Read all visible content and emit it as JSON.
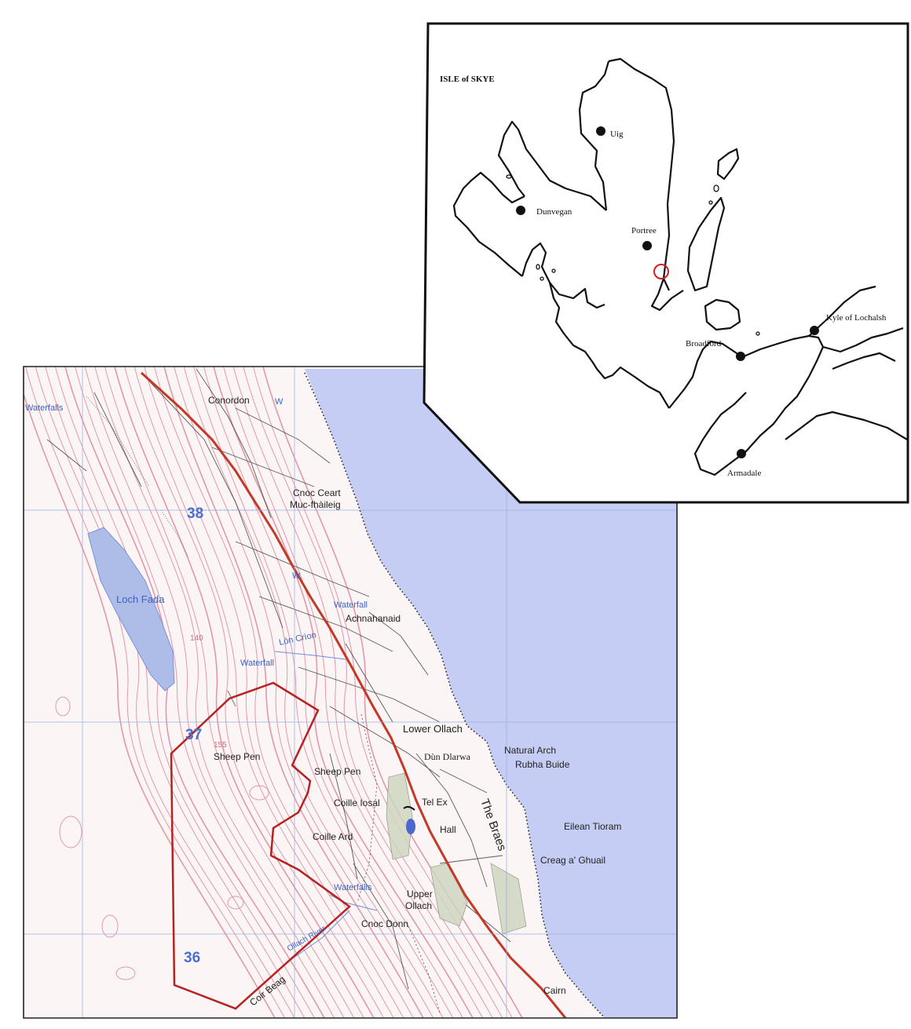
{
  "inset": {
    "title": "ISLE of SKYE",
    "towns": [
      {
        "name": "Uig"
      },
      {
        "name": "Dunvegan"
      },
      {
        "name": "Portree"
      },
      {
        "name": "Broadford"
      },
      {
        "name": "Kyle of Lochalsh"
      },
      {
        "name": "Armadale"
      }
    ],
    "study_site_marker_color": "#cc2222"
  },
  "map": {
    "grid_labels": [
      "38",
      "37",
      "36"
    ],
    "settlements": [
      "Conordon",
      "Achnahanaid",
      "Lower Ollach",
      "Upper Ollach",
      "The Braes"
    ],
    "features": [
      "Cnoc Ceart",
      "Muc-fhàileig",
      "Sheep Pen",
      "Sheep Pen",
      "Coille Iosal",
      "Coille Ard",
      "Tel Ex",
      "Hall",
      "Dùn Dlarwa",
      "Natural Arch",
      "Rubha Buide",
      "Eilean Tioram",
      "Creag a' Ghuail",
      "Cnoc Donn",
      "Coir Beag",
      "Cairn"
    ],
    "water_labels": [
      "Waterfalls",
      "Waterfall",
      "Waterfall",
      "Waterfalls",
      "Loch Fada",
      "Lòn Crìon",
      "Ollach River",
      "W",
      "W"
    ],
    "spot_heights": [
      "140",
      "155"
    ],
    "colors": {
      "sea": "#c6cdf4",
      "land": "#fbf5f5",
      "contour": "#dd8a9a",
      "road": "#c43828",
      "boundary": "#b62222",
      "grid": "#9ab0e4",
      "loch": "#aebce8"
    }
  }
}
